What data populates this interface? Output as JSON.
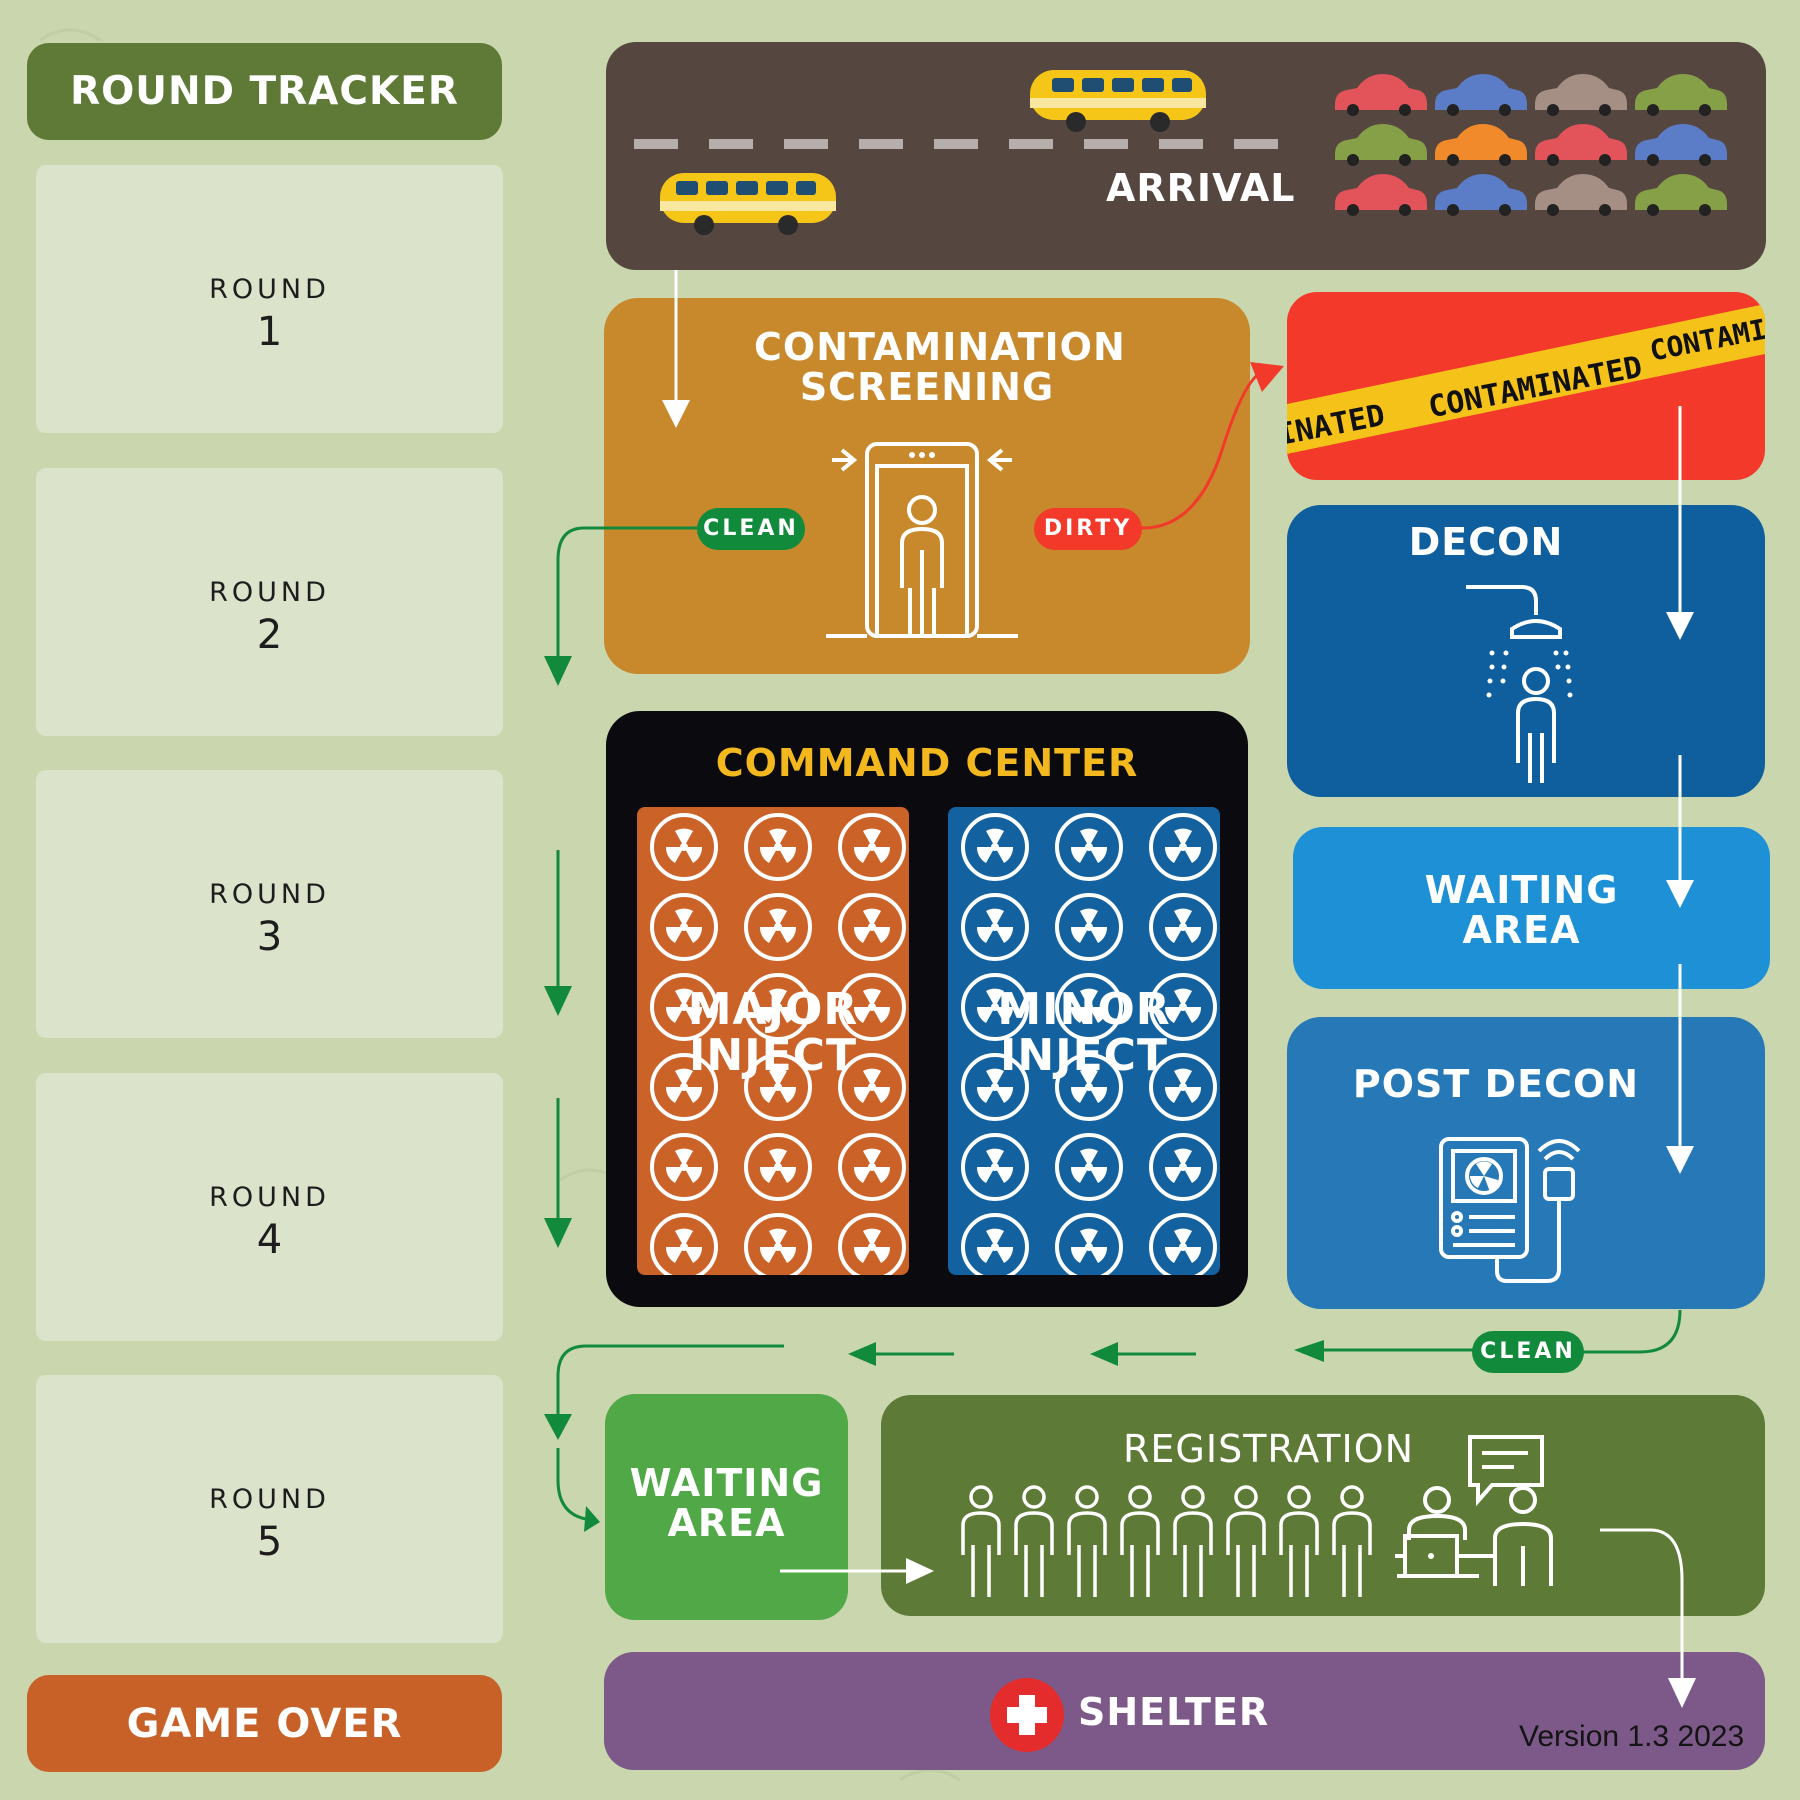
{
  "round_tracker": {
    "title": "ROUND TRACKER",
    "rounds": [
      {
        "label": "ROUND",
        "number": "1"
      },
      {
        "label": "ROUND",
        "number": "2"
      },
      {
        "label": "ROUND",
        "number": "3"
      },
      {
        "label": "ROUND",
        "number": "4"
      },
      {
        "label": "ROUND",
        "number": "5"
      }
    ],
    "game_over": "GAME OVER"
  },
  "zones": {
    "arrival": "ARRIVAL",
    "screening": "CONTAMINATION SCREENING",
    "clean_label": "CLEAN",
    "dirty_label": "DIRTY",
    "contaminated_tape": [
      "INATED",
      "CONTAMINATED",
      "CONTAMIN"
    ],
    "decon": "DECON",
    "waiting_area_decon": "WAITING AREA",
    "post_decon": "POST DECON",
    "post_decon_clean": "CLEAN",
    "command_center": "COMMAND CENTER",
    "major_inject": "MAJOR INJECT",
    "minor_inject": "MINOR INJECT",
    "waiting_area_main": "WAITING AREA",
    "registration": "REGISTRATION",
    "shelter": "SHELTER",
    "version": "Version 1.3 2023"
  },
  "colors": {
    "background": "#c9d6ae",
    "round_tracker": "#5f7a37",
    "game_over": "#c76128",
    "arrival_road": "#564640",
    "screening": "#c8882c",
    "contaminated": "#f2392a",
    "tape": "#f5c21a",
    "decon": "#0f5f9e",
    "waiting_decon": "#1e91d6",
    "post_decon": "#2778b6",
    "command_center": "#0b0b0f",
    "command_title": "#f2b81d",
    "major_inject": "#cb6228",
    "minor_inject": "#13619f",
    "waiting_main": "#51a846",
    "registration": "#5e7a37",
    "shelter": "#7c5988",
    "flow_green": "#128a3c"
  },
  "icons": [
    "bus-icon",
    "car-icon",
    "body-scanner-icon",
    "shower-icon",
    "radiation-meter-icon",
    "radiation-icon",
    "person-icon",
    "speech-bubble-icon",
    "laptop-icon",
    "medical-cross-icon"
  ]
}
